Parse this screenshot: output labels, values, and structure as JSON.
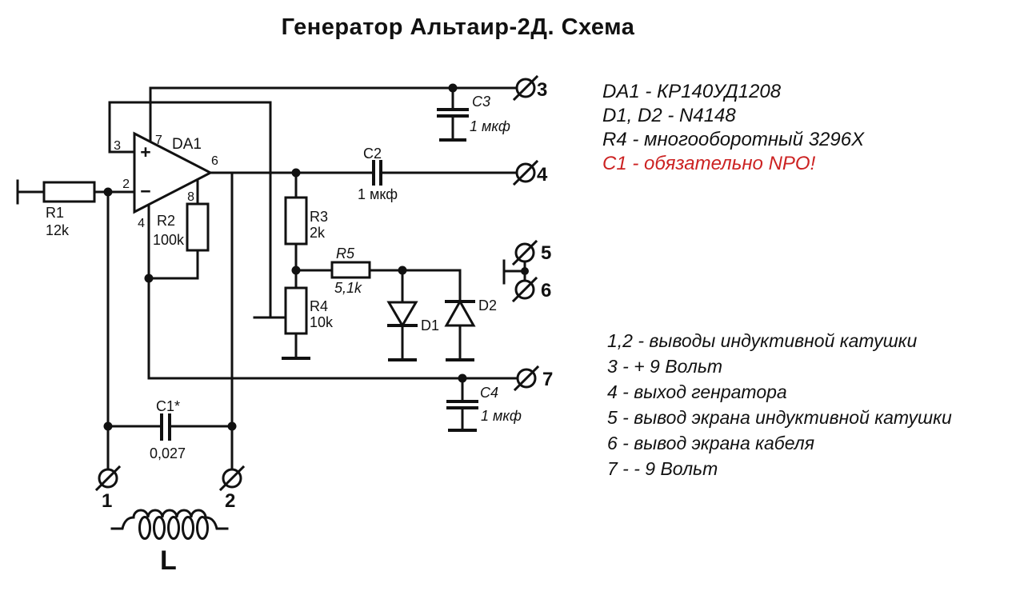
{
  "title": "Генератор Альтаир-2Д. Схема",
  "colors": {
    "ink": "#111111",
    "red_note": "#cc2222",
    "background": "#ffffff"
  },
  "notes": [
    "DA1 - КР140УД1208",
    "D1, D2 - N4148",
    "R4 - многооборотный 3296X",
    "C1 - обязательно NPO!"
  ],
  "legend": [
    "1,2 - выводы индуктивной катушки",
    "3 - + 9 Вольт",
    "4 - выход генратора",
    "5 - вывод экрана индуктивной катушки",
    "6 - вывод экрана кабеля",
    "7 - - 9 Вольт"
  ],
  "schematic": {
    "opamp": {
      "label": "DA1",
      "plus": "+",
      "minus": "−",
      "pins": {
        "p2": "2",
        "p3": "3",
        "p4": "4",
        "p6": "6",
        "p7": "7",
        "p8": "8"
      }
    },
    "r1": {
      "name": "R1",
      "value": "12k"
    },
    "r2": {
      "name": "R2",
      "value": "100k"
    },
    "r3": {
      "name": "R3",
      "value": "2k"
    },
    "r4": {
      "name": "R4",
      "value": "10k"
    },
    "r5": {
      "name": "R5",
      "value": "5,1k"
    },
    "c1": {
      "name": "C1*",
      "value": "0,027"
    },
    "c2": {
      "name": "C2",
      "value": "1 мкф"
    },
    "c3": {
      "name": "C3",
      "value": "1 мкф"
    },
    "c4": {
      "name": "C4",
      "value": "1 мкф"
    },
    "d1": {
      "name": "D1"
    },
    "d2": {
      "name": "D2"
    },
    "inductor": {
      "name": "L"
    },
    "terminals": {
      "t1": "1",
      "t2": "2",
      "t3": "3",
      "t4": "4",
      "t5": "5",
      "t6": "6",
      "t7": "7"
    }
  }
}
